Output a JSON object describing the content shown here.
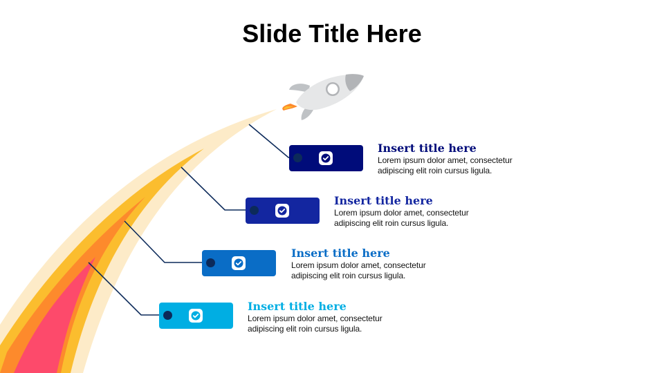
{
  "slide": {
    "title": "Slide Title Here"
  },
  "items": [
    {
      "title": "Insert title here",
      "description_line1": "Lorem ipsum dolor amet, consectetur",
      "description_line2": "adipiscing  elit roin cursus ligula.",
      "color": "#000c7a",
      "title_color": "#000c7a"
    },
    {
      "title": "Insert title here",
      "description_line1": "Lorem ipsum dolor amet, consectetur",
      "description_line2": "adipiscing  elit roin cursus ligula.",
      "color": "#1326a0",
      "title_color": "#1326a0"
    },
    {
      "title": "Insert title here",
      "description_line1": "Lorem ipsum dolor amet, consectetur",
      "description_line2": "adipiscing  elit roin cursus ligula.",
      "color": "#0a6dc6",
      "title_color": "#0a6dc6"
    },
    {
      "title": "Insert title here",
      "description_line1": "Lorem ipsum dolor amet, consectetur",
      "description_line2": "adipiscing  elit roin cursus ligula.",
      "color": "#00aee3",
      "title_color": "#00aee3"
    }
  ],
  "icons": {
    "marker": "check-icon",
    "rocket": "rocket-icon"
  },
  "colors": {
    "trail_outer": "#fdebc8",
    "trail_mid": "#fbbd2e",
    "trail_inner": "#fd8a2c",
    "trail_core": "#fd4a6b",
    "connector": "#0c2a5a"
  }
}
